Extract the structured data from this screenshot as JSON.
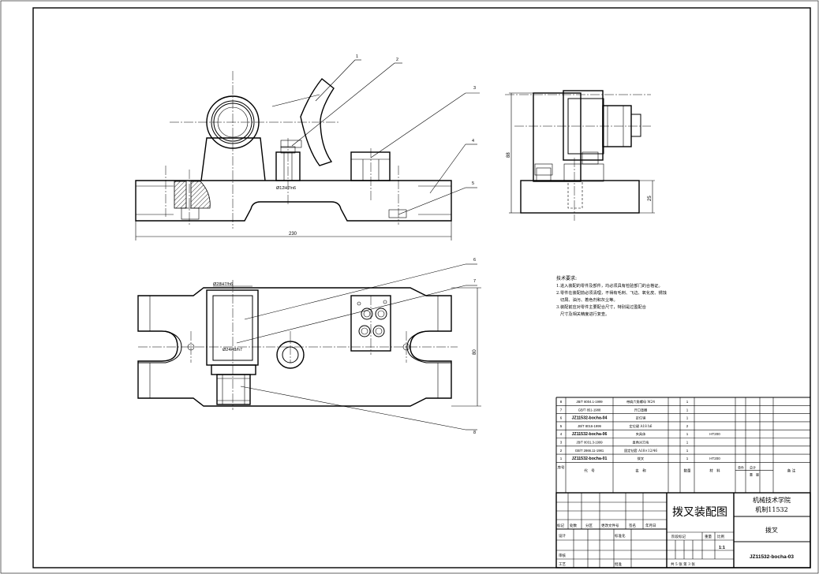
{
  "dimensions": {
    "length": "230",
    "height": "88",
    "base_height": "25",
    "width": "80",
    "fit_pin": "Ø12H7/n6",
    "fit_shaft": "Ø28H7/h6",
    "fit_bushing": "Ø24H8/h7"
  },
  "balloons": [
    "1",
    "2",
    "3",
    "4",
    "5",
    "6",
    "7",
    "8"
  ],
  "tech_notes": {
    "title": "技术要求:",
    "lines": [
      "1.进入装配的零件及部件，均必须具有检验部门的合格证。",
      "2.零件在装配前必须清理，不得有毛刺、飞边、氧化皮、锈蚀",
      "切屑、油污、着色剂和灰尘等。",
      "3.装配前应对零件主要配合尺寸，特别是过盈配合",
      "尺寸及相关精度进行复查。"
    ]
  },
  "bom": {
    "rows": [
      {
        "no": "8",
        "code": "JB/T 8004.1-1999",
        "name": "带肩六角螺母 M24",
        "qty": "1",
        "material": ""
      },
      {
        "no": "7",
        "code": "GB/T 851-1988",
        "name": "开口垫圈",
        "qty": "1",
        "material": ""
      },
      {
        "no": "6",
        "code": "JZ11532-bocha-04",
        "name": "定位销",
        "qty": "1",
        "material": ""
      },
      {
        "no": "5",
        "code": "JB/T 8016-1999",
        "name": "定位键 A18 h6",
        "qty": "2",
        "material": ""
      },
      {
        "no": "4",
        "code": "JZ11532-bocha-06",
        "name": "夹具体",
        "qty": "1",
        "material": "HT200"
      },
      {
        "no": "3",
        "code": "JB/T 8031.3-1999",
        "name": "直角对刀块",
        "qty": "1",
        "material": ""
      },
      {
        "no": "2",
        "code": "GB/T 2866.11-1981",
        "name": "固定钻套 A18×12/46",
        "qty": "1",
        "material": ""
      },
      {
        "no": "1",
        "code": "JZ11532-bocha-01",
        "name": "拨叉",
        "qty": "1",
        "material": "HT200"
      }
    ],
    "header": {
      "no": "序号",
      "code": "代　号",
      "name": "名　称",
      "qty": "数量",
      "material": "材　料",
      "single": "单件",
      "total": "总计",
      "weight": "重　量",
      "remark": "备 注"
    }
  },
  "title_block": {
    "drawing_title": "拨叉装配图",
    "school": "机械技术学院",
    "class_name": "机制11532",
    "part_name": "拨叉",
    "drawing_no": "JZ11532-bocha-03",
    "scale": "1:1",
    "sheets": "共 5 张  第 3 张",
    "labels": {
      "mark": "标记",
      "count": "处数",
      "zone": "分区",
      "change_doc": "更改文件号",
      "sign": "签名",
      "date": "年月日",
      "design": "设计",
      "standard": "标准化",
      "stage": "阶段标记",
      "weight": "重量",
      "scale": "比例",
      "review": "审核",
      "process": "工艺",
      "approve": "批准"
    }
  }
}
